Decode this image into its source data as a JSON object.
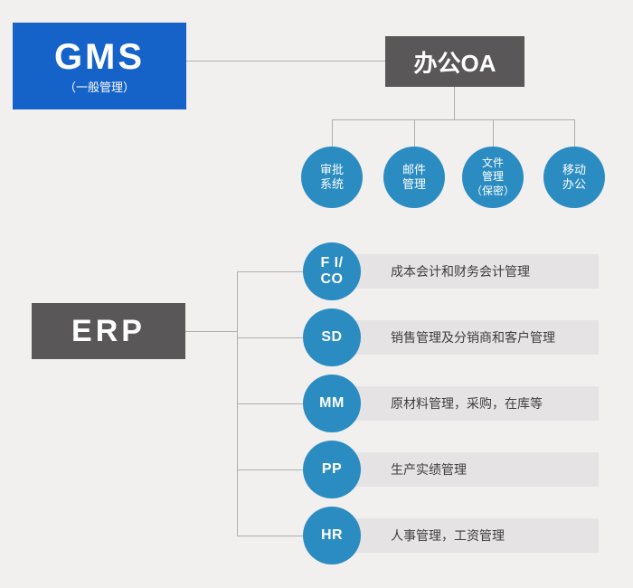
{
  "colors": {
    "background": "#f2f0ef",
    "gms_blue": "#1562c8",
    "box_gray": "#595757",
    "circle_blue": "#2b8cc2",
    "bar_gray": "#e5e3e3",
    "line_gray": "#b0aeae"
  },
  "gms": {
    "title": "GMS",
    "subtitle": "（一般管理）"
  },
  "oa": {
    "title": "办公OA",
    "modules": [
      {
        "label": "审批\n系统"
      },
      {
        "label": "邮件\n管理"
      },
      {
        "label": "文件\n管理\n（保密）"
      },
      {
        "label": "移动\n办公"
      }
    ]
  },
  "erp": {
    "title": "ERP",
    "modules": [
      {
        "code": "F I/\nCO",
        "desc": "成本会计和财务会计管理"
      },
      {
        "code": "SD",
        "desc": "销售管理及分销商和客户管理"
      },
      {
        "code": "MM",
        "desc": "原材料管理，采购，在库等"
      },
      {
        "code": "PP",
        "desc": "生产实绩管理"
      },
      {
        "code": "HR",
        "desc": "人事管理，工资管理"
      }
    ]
  }
}
